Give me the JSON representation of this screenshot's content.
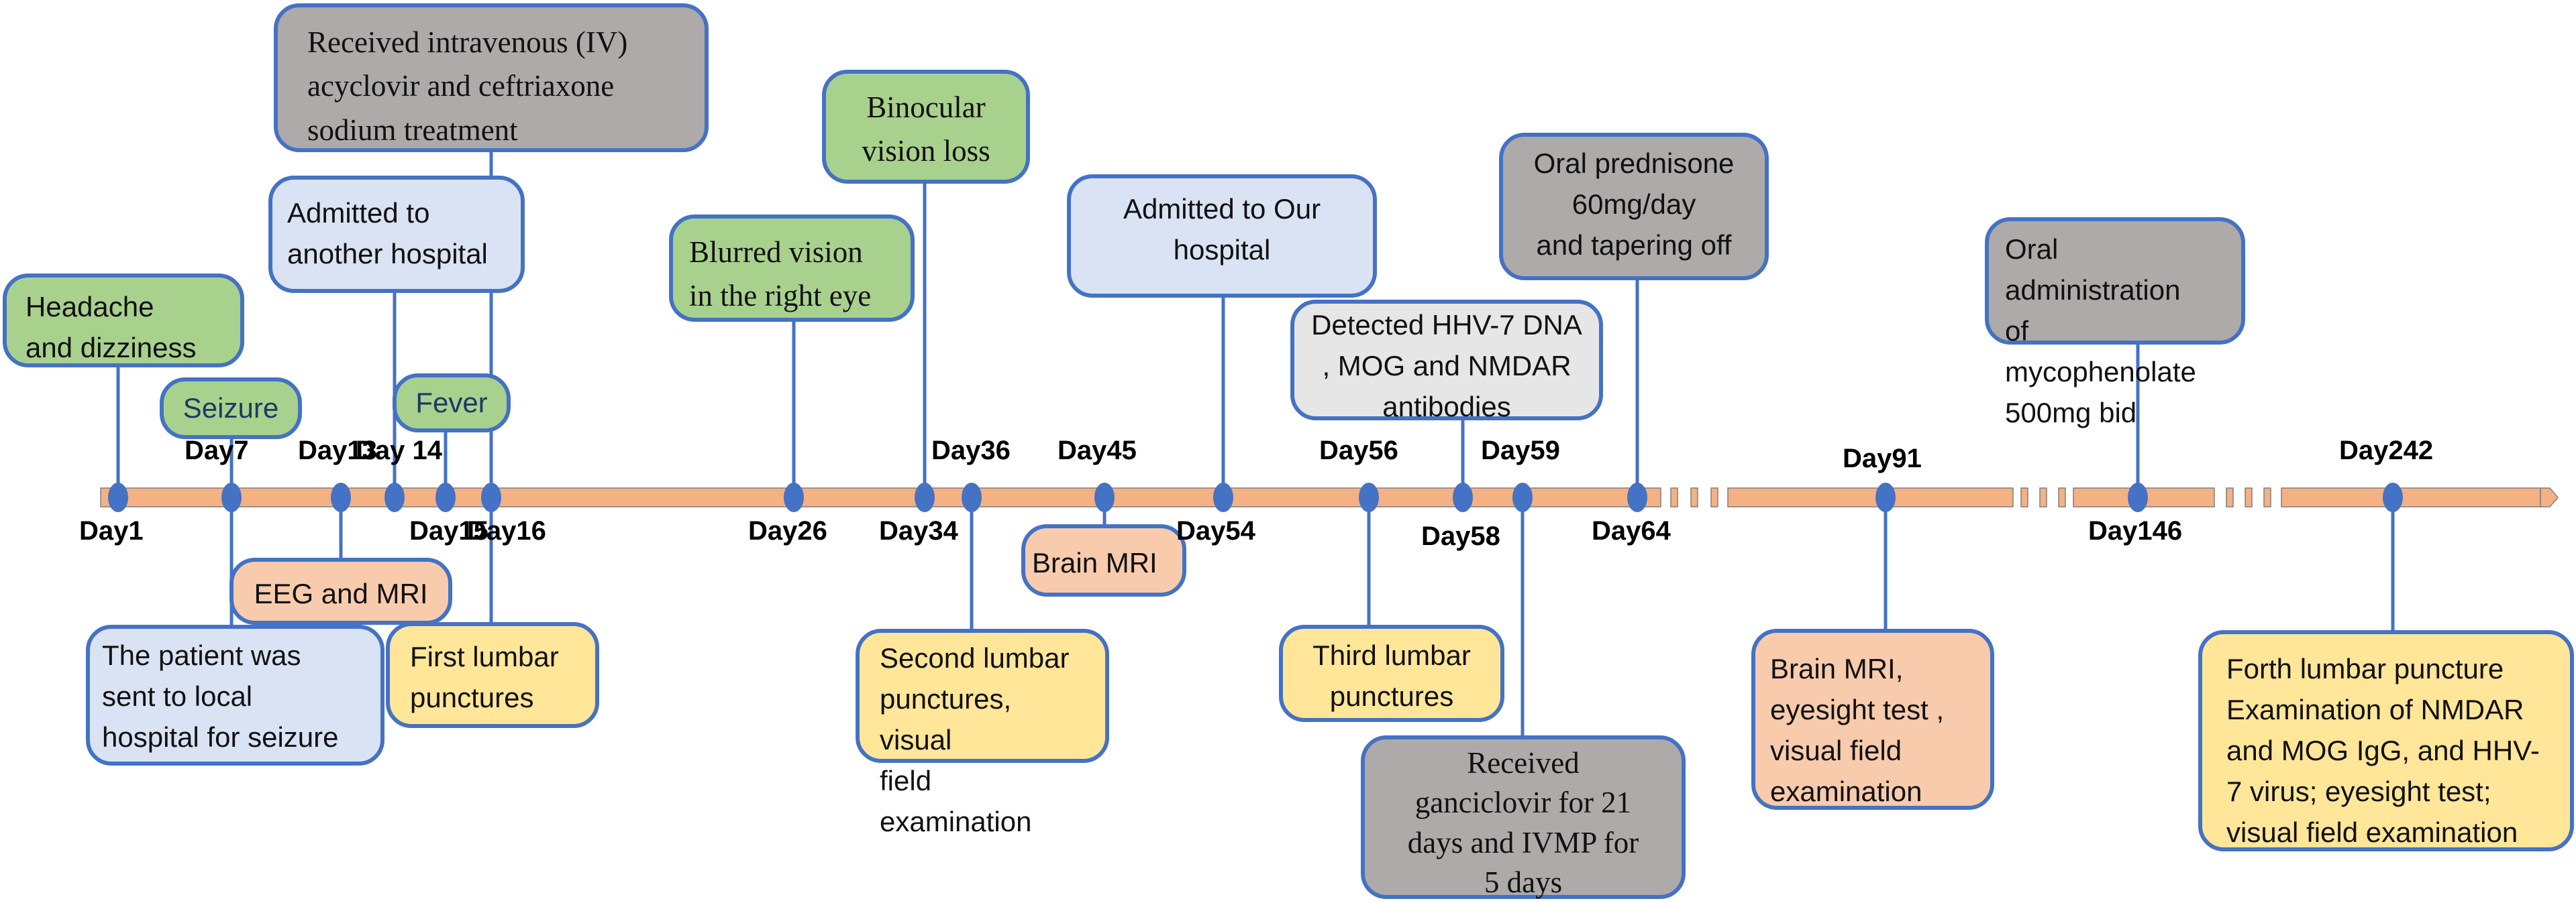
{
  "figure": {
    "type": "patient clinical timeline",
    "colors": {
      "axis_fill": "#f4b183",
      "axis_edge": "#7f7f7f",
      "marker": "#4472c4",
      "connector": "#4472c4",
      "symptom": "#a9d18e",
      "hospital": "#dae3f3",
      "treatment": "#aeaaaa",
      "lab": "#e7e6e6",
      "imaging": "#f8cbad",
      "procedure": "#ffe699"
    },
    "axis": {
      "breaks_after_days": [
        64,
        91,
        146
      ],
      "arrow": "right"
    },
    "markers": [
      {
        "day": 1,
        "label": "Day1",
        "label_pos": "below"
      },
      {
        "day": 7,
        "label": "Day7",
        "label_pos": "above"
      },
      {
        "day": 13,
        "label": "Day13",
        "label_pos": "above"
      },
      {
        "day": 14,
        "label": "Day 14",
        "label_pos": "above"
      },
      {
        "day": 15,
        "label": "Day15",
        "label_pos": "below"
      },
      {
        "day": 16,
        "label": "Day16",
        "label_pos": "below"
      },
      {
        "day": 26,
        "label": "Day26",
        "label_pos": "below"
      },
      {
        "day": 34,
        "label": "Day34",
        "label_pos": "below"
      },
      {
        "day": 36,
        "label": "Day36",
        "label_pos": "above"
      },
      {
        "day": 45,
        "label": "Day45",
        "label_pos": "above"
      },
      {
        "day": 54,
        "label": "Day54",
        "label_pos": "below"
      },
      {
        "day": 56,
        "label": "Day56",
        "label_pos": "above"
      },
      {
        "day": 58,
        "label": "Day58",
        "label_pos": "below"
      },
      {
        "day": 59,
        "label": "Day59",
        "label_pos": "above"
      },
      {
        "day": 64,
        "label": "Day64",
        "label_pos": "below"
      },
      {
        "day": 91,
        "label": "Day91",
        "label_pos": "above"
      },
      {
        "day": 146,
        "label": "Day146",
        "label_pos": "below"
      },
      {
        "day": 242,
        "label": "Day242",
        "label_pos": "above"
      }
    ],
    "events": [
      {
        "id": "headache",
        "day": 1,
        "category": "symptom",
        "side": "above",
        "text": "Headache\nand dizziness"
      },
      {
        "id": "seizure",
        "day": 7,
        "category": "symptom",
        "side": "above",
        "text": "Seizure"
      },
      {
        "id": "local-hospital",
        "day": 7,
        "category": "hospital",
        "side": "below",
        "text": "The patient was\nsent to local\nhospital for seizure"
      },
      {
        "id": "eeg-mri",
        "day": 13,
        "category": "imaging",
        "side": "below",
        "text": "EEG and MRI"
      },
      {
        "id": "fever",
        "day": 15,
        "category": "symptom",
        "side": "above",
        "text": "Fever"
      },
      {
        "id": "another-hospital",
        "day": 14,
        "category": "hospital",
        "side": "above",
        "text": "Admitted to\nanother hospital"
      },
      {
        "id": "iv-acyclovir",
        "day": 16,
        "category": "treatment",
        "side": "above",
        "text": "Received intravenous (IV)\nacyclovir and ceftriaxone\nsodium  treatment"
      },
      {
        "id": "first-lp",
        "day": 16,
        "category": "procedure",
        "side": "below",
        "text": "First lumbar\npunctures"
      },
      {
        "id": "blurred-vision",
        "day": 26,
        "category": "symptom",
        "side": "above",
        "text": "Blurred vision\nin the right eye"
      },
      {
        "id": "binocular-loss",
        "day": 34,
        "category": "symptom",
        "side": "above",
        "text": "Binocular\nvision loss"
      },
      {
        "id": "second-lp",
        "day": 36,
        "category": "procedure",
        "side": "below",
        "text": "Second lumbar\npunctures, visual\nfield examination"
      },
      {
        "id": "brain-mri-45",
        "day": 45,
        "category": "imaging",
        "side": "below",
        "text": "Brain MRI"
      },
      {
        "id": "our-hospital",
        "day": 54,
        "category": "hospital",
        "side": "above",
        "text": "Admitted to Our\nhospital"
      },
      {
        "id": "third-lp",
        "day": 56,
        "category": "procedure",
        "side": "below",
        "text": "Third lumbar\npunctures"
      },
      {
        "id": "hhv7-detected",
        "day": 58,
        "category": "lab",
        "side": "above",
        "text": "Detected HHV-7 DNA\n, MOG and NMDAR\nantibodies"
      },
      {
        "id": "ganciclovir",
        "day": 59,
        "category": "treatment",
        "side": "below",
        "text": "Received\nganciclovir  for 21\ndays and  IVMP for\n5 days"
      },
      {
        "id": "prednisone",
        "day": 64,
        "category": "treatment",
        "side": "above",
        "text": "Oral prednisone\n60mg/day\nand   tapering off"
      },
      {
        "id": "brain-mri-91",
        "day": 91,
        "category": "imaging",
        "side": "below",
        "text": "Brain MRI,\neyesight test ,\nvisual field\nexamination"
      },
      {
        "id": "mycophenolate",
        "day": 146,
        "category": "treatment",
        "side": "above",
        "text": "Oral administration\nof mycophenolate\n500mg bid"
      },
      {
        "id": "fourth-lp",
        "day": 242,
        "category": "procedure",
        "side": "below",
        "text": "Forth lumbar puncture\nExamination of NMDAR\nand MOG IgG, and HHV-\n7 virus;  eyesight test;\nvisual field examination"
      }
    ]
  }
}
